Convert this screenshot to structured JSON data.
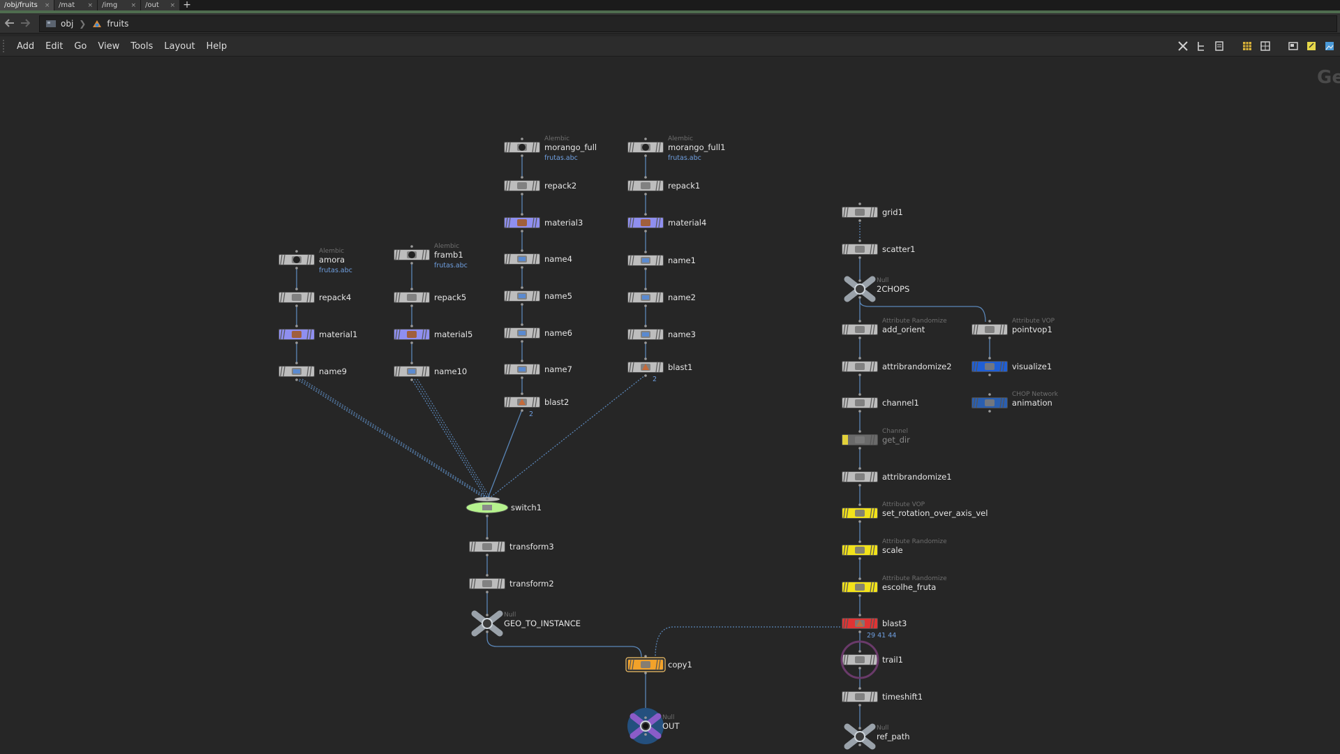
{
  "tabs": [
    {
      "label": "/obj/fruits",
      "active": true
    },
    {
      "label": "/mat",
      "active": false
    },
    {
      "label": "/img",
      "active": false
    },
    {
      "label": "/out",
      "active": false
    }
  ],
  "tab_add_label": "+",
  "tab_close_glyph": "×",
  "breadcrumb": [
    {
      "label": "obj",
      "icon": "obj-icon"
    },
    {
      "label": "fruits",
      "icon": "geo-icon"
    }
  ],
  "menu": [
    "Add",
    "Edit",
    "Go",
    "View",
    "Tools",
    "Layout",
    "Help"
  ],
  "toolbar_icons": [
    "wrench-icon",
    "tree-icon",
    "list-icon",
    "grid-icon",
    "table-icon",
    "panel-icon",
    "note-icon",
    "image-icon"
  ],
  "canvas_label": "Ge",
  "colors": {
    "background": "#262626",
    "node_default": "#bdbdbd",
    "node_material": "#8f8ff0",
    "node_green": "#b6f28e",
    "node_yellow": "#f2e21a",
    "node_red": "#e03434",
    "node_blue": "#1f5fd6",
    "node_orange": "#f2a22a",
    "wire": "#5a86b8",
    "info_text": "#6f9fe0"
  },
  "nodes": [
    {
      "id": "amora",
      "name": "amora",
      "type": "Alembic",
      "info": "frutas.abc",
      "shape": "box",
      "icon": "alembic-icon"
    },
    {
      "id": "repack4",
      "name": "repack4",
      "shape": "box",
      "icon": "pack-icon"
    },
    {
      "id": "material1",
      "name": "material1",
      "shape": "box",
      "color": "material",
      "icon": "material-icon"
    },
    {
      "id": "name9",
      "name": "name9",
      "shape": "box",
      "icon": "name-icon"
    },
    {
      "id": "framb1",
      "name": "framb1",
      "type": "Alembic",
      "info": "frutas.abc",
      "shape": "box",
      "icon": "alembic-icon"
    },
    {
      "id": "repack5",
      "name": "repack5",
      "shape": "box",
      "icon": "pack-icon"
    },
    {
      "id": "material5",
      "name": "material5",
      "shape": "box",
      "color": "material",
      "icon": "material-icon"
    },
    {
      "id": "name10",
      "name": "name10",
      "shape": "box",
      "icon": "name-icon"
    },
    {
      "id": "morango_full",
      "name": "morango_full",
      "type": "Alembic",
      "info": "frutas.abc",
      "shape": "box",
      "icon": "alembic-icon"
    },
    {
      "id": "repack2",
      "name": "repack2",
      "shape": "box",
      "icon": "pack-icon"
    },
    {
      "id": "material3",
      "name": "material3",
      "shape": "box",
      "color": "material",
      "icon": "material-icon"
    },
    {
      "id": "name4",
      "name": "name4",
      "shape": "box",
      "icon": "name-icon"
    },
    {
      "id": "name5",
      "name": "name5",
      "shape": "box",
      "icon": "name-icon"
    },
    {
      "id": "name6",
      "name": "name6",
      "shape": "box",
      "icon": "name-icon"
    },
    {
      "id": "name7",
      "name": "name7",
      "shape": "box",
      "icon": "name-icon"
    },
    {
      "id": "blast2",
      "name": "blast2",
      "info": "2",
      "shape": "box",
      "icon": "blast-icon"
    },
    {
      "id": "morango_full1",
      "name": "morango_full1",
      "type": "Alembic",
      "info": "frutas.abc",
      "shape": "box",
      "icon": "alembic-icon"
    },
    {
      "id": "repack1",
      "name": "repack1",
      "shape": "box",
      "icon": "pack-icon"
    },
    {
      "id": "material4",
      "name": "material4",
      "shape": "box",
      "color": "material",
      "icon": "material-icon"
    },
    {
      "id": "name1",
      "name": "name1",
      "shape": "box",
      "icon": "name-icon"
    },
    {
      "id": "name2",
      "name": "name2",
      "shape": "box",
      "icon": "name-icon"
    },
    {
      "id": "name3",
      "name": "name3",
      "shape": "box",
      "icon": "name-icon"
    },
    {
      "id": "blast1",
      "name": "blast1",
      "info": "2",
      "shape": "box",
      "icon": "blast-icon"
    },
    {
      "id": "switch1",
      "name": "switch1",
      "shape": "switch",
      "color": "green",
      "icon": "switch-icon"
    },
    {
      "id": "transform3",
      "name": "transform3",
      "shape": "box",
      "icon": "transform-icon"
    },
    {
      "id": "transform2",
      "name": "transform2",
      "shape": "box",
      "icon": "transform-icon"
    },
    {
      "id": "GEO_TO_INSTANCE",
      "name": "GEO_TO_INSTANCE",
      "type": "Null",
      "shape": "null",
      "icon": "null-icon"
    },
    {
      "id": "copy1",
      "name": "copy1",
      "shape": "box",
      "color": "orange",
      "icon": "copy-icon"
    },
    {
      "id": "OUT",
      "name": "OUT",
      "type": "Null",
      "shape": "outnull",
      "icon": "out-icon"
    },
    {
      "id": "grid1",
      "name": "grid1",
      "shape": "box",
      "icon": "grid-node-icon"
    },
    {
      "id": "scatter1",
      "name": "scatter1",
      "shape": "box",
      "icon": "scatter-icon"
    },
    {
      "id": "2CHOPS",
      "name": "2CHOPS",
      "type": "Null",
      "shape": "null",
      "icon": "null-icon"
    },
    {
      "id": "add_orient",
      "name": "add_orient",
      "type": "Attribute Randomize",
      "shape": "box",
      "icon": "attrib-icon"
    },
    {
      "id": "attribrandomize2",
      "name": "attribrandomize2",
      "shape": "box",
      "icon": "attrib-icon"
    },
    {
      "id": "channel1",
      "name": "channel1",
      "shape": "box",
      "icon": "channel-icon"
    },
    {
      "id": "get_dir",
      "name": "get_dir",
      "type": "Channel",
      "shape": "box",
      "color": "bypass",
      "icon": "channel-icon"
    },
    {
      "id": "attribrandomize1",
      "name": "attribrandomize1",
      "shape": "box",
      "icon": "attrib-icon"
    },
    {
      "id": "set_rotation_over_axis_vel",
      "name": "set_rotation_over_axis_vel",
      "type": "Attribute VOP",
      "shape": "box",
      "color": "yellow",
      "icon": "vop-icon"
    },
    {
      "id": "scale",
      "name": "scale",
      "type": "Attribute Randomize",
      "shape": "box",
      "color": "yellow",
      "icon": "attrib-icon"
    },
    {
      "id": "escolhe_fruta",
      "name": "escolhe_fruta",
      "type": "Attribute Randomize",
      "shape": "box",
      "color": "yellow",
      "icon": "attrib-icon"
    },
    {
      "id": "blast3",
      "name": "blast3",
      "info": "29 41 44",
      "shape": "box",
      "color": "red",
      "icon": "blast-icon"
    },
    {
      "id": "trail1",
      "name": "trail1",
      "shape": "box",
      "icon": "trail-icon"
    },
    {
      "id": "timeshift1",
      "name": "timeshift1",
      "shape": "box",
      "icon": "timeshift-icon"
    },
    {
      "id": "ref_path",
      "name": "ref_path",
      "type": "Null",
      "shape": "null",
      "icon": "null-icon"
    },
    {
      "id": "pointvop1",
      "name": "pointvop1",
      "type": "Attribute VOP",
      "shape": "box",
      "icon": "vop-icon"
    },
    {
      "id": "visualize1",
      "name": "visualize1",
      "shape": "box",
      "color": "blue",
      "icon": "visualize-icon"
    },
    {
      "id": "animation",
      "name": "animation",
      "type": "CHOP Network",
      "shape": "box",
      "color": "chop",
      "icon": "chop-icon"
    }
  ],
  "connections": [
    {
      "from": "amora",
      "to": "repack4"
    },
    {
      "from": "repack4",
      "to": "material1"
    },
    {
      "from": "material1",
      "to": "name9"
    },
    {
      "from": "framb1",
      "to": "repack5"
    },
    {
      "from": "repack5",
      "to": "material5"
    },
    {
      "from": "material5",
      "to": "name10"
    },
    {
      "from": "morango_full",
      "to": "repack2"
    },
    {
      "from": "repack2",
      "to": "material3"
    },
    {
      "from": "material3",
      "to": "name4"
    },
    {
      "from": "name4",
      "to": "name5"
    },
    {
      "from": "name5",
      "to": "name6"
    },
    {
      "from": "name6",
      "to": "name7"
    },
    {
      "from": "name7",
      "to": "blast2"
    },
    {
      "from": "morango_full1",
      "to": "repack1"
    },
    {
      "from": "repack1",
      "to": "material4"
    },
    {
      "from": "material4",
      "to": "name1"
    },
    {
      "from": "name1",
      "to": "name2"
    },
    {
      "from": "name2",
      "to": "name3"
    },
    {
      "from": "name3",
      "to": "blast1"
    },
    {
      "from": "name9",
      "to": "switch1",
      "dotted": true
    },
    {
      "from": "name10",
      "to": "switch1",
      "dotted": true
    },
    {
      "from": "blast2",
      "to": "switch1"
    },
    {
      "from": "blast1",
      "to": "switch1",
      "dotted": true
    },
    {
      "from": "switch1",
      "to": "transform3"
    },
    {
      "from": "transform3",
      "to": "transform2"
    },
    {
      "from": "transform2",
      "to": "GEO_TO_INSTANCE"
    },
    {
      "from": "GEO_TO_INSTANCE",
      "to": "copy1"
    },
    {
      "from": "blast3",
      "to": "copy1",
      "dotted": true
    },
    {
      "from": "copy1",
      "to": "OUT"
    },
    {
      "from": "grid1",
      "to": "scatter1",
      "dotted": true
    },
    {
      "from": "scatter1",
      "to": "2CHOPS"
    },
    {
      "from": "2CHOPS",
      "to": "add_orient"
    },
    {
      "from": "2CHOPS",
      "to": "pointvop1"
    },
    {
      "from": "add_orient",
      "to": "attribrandomize2"
    },
    {
      "from": "attribrandomize2",
      "to": "channel1"
    },
    {
      "from": "channel1",
      "to": "get_dir"
    },
    {
      "from": "get_dir",
      "to": "attribrandomize1"
    },
    {
      "from": "attribrandomize1",
      "to": "set_rotation_over_axis_vel"
    },
    {
      "from": "set_rotation_over_axis_vel",
      "to": "scale"
    },
    {
      "from": "scale",
      "to": "escolhe_fruta"
    },
    {
      "from": "escolhe_fruta",
      "to": "blast3"
    },
    {
      "from": "blast3",
      "to": "trail1"
    },
    {
      "from": "trail1",
      "to": "timeshift1"
    },
    {
      "from": "timeshift1",
      "to": "ref_path"
    },
    {
      "from": "pointvop1",
      "to": "visualize1"
    }
  ]
}
